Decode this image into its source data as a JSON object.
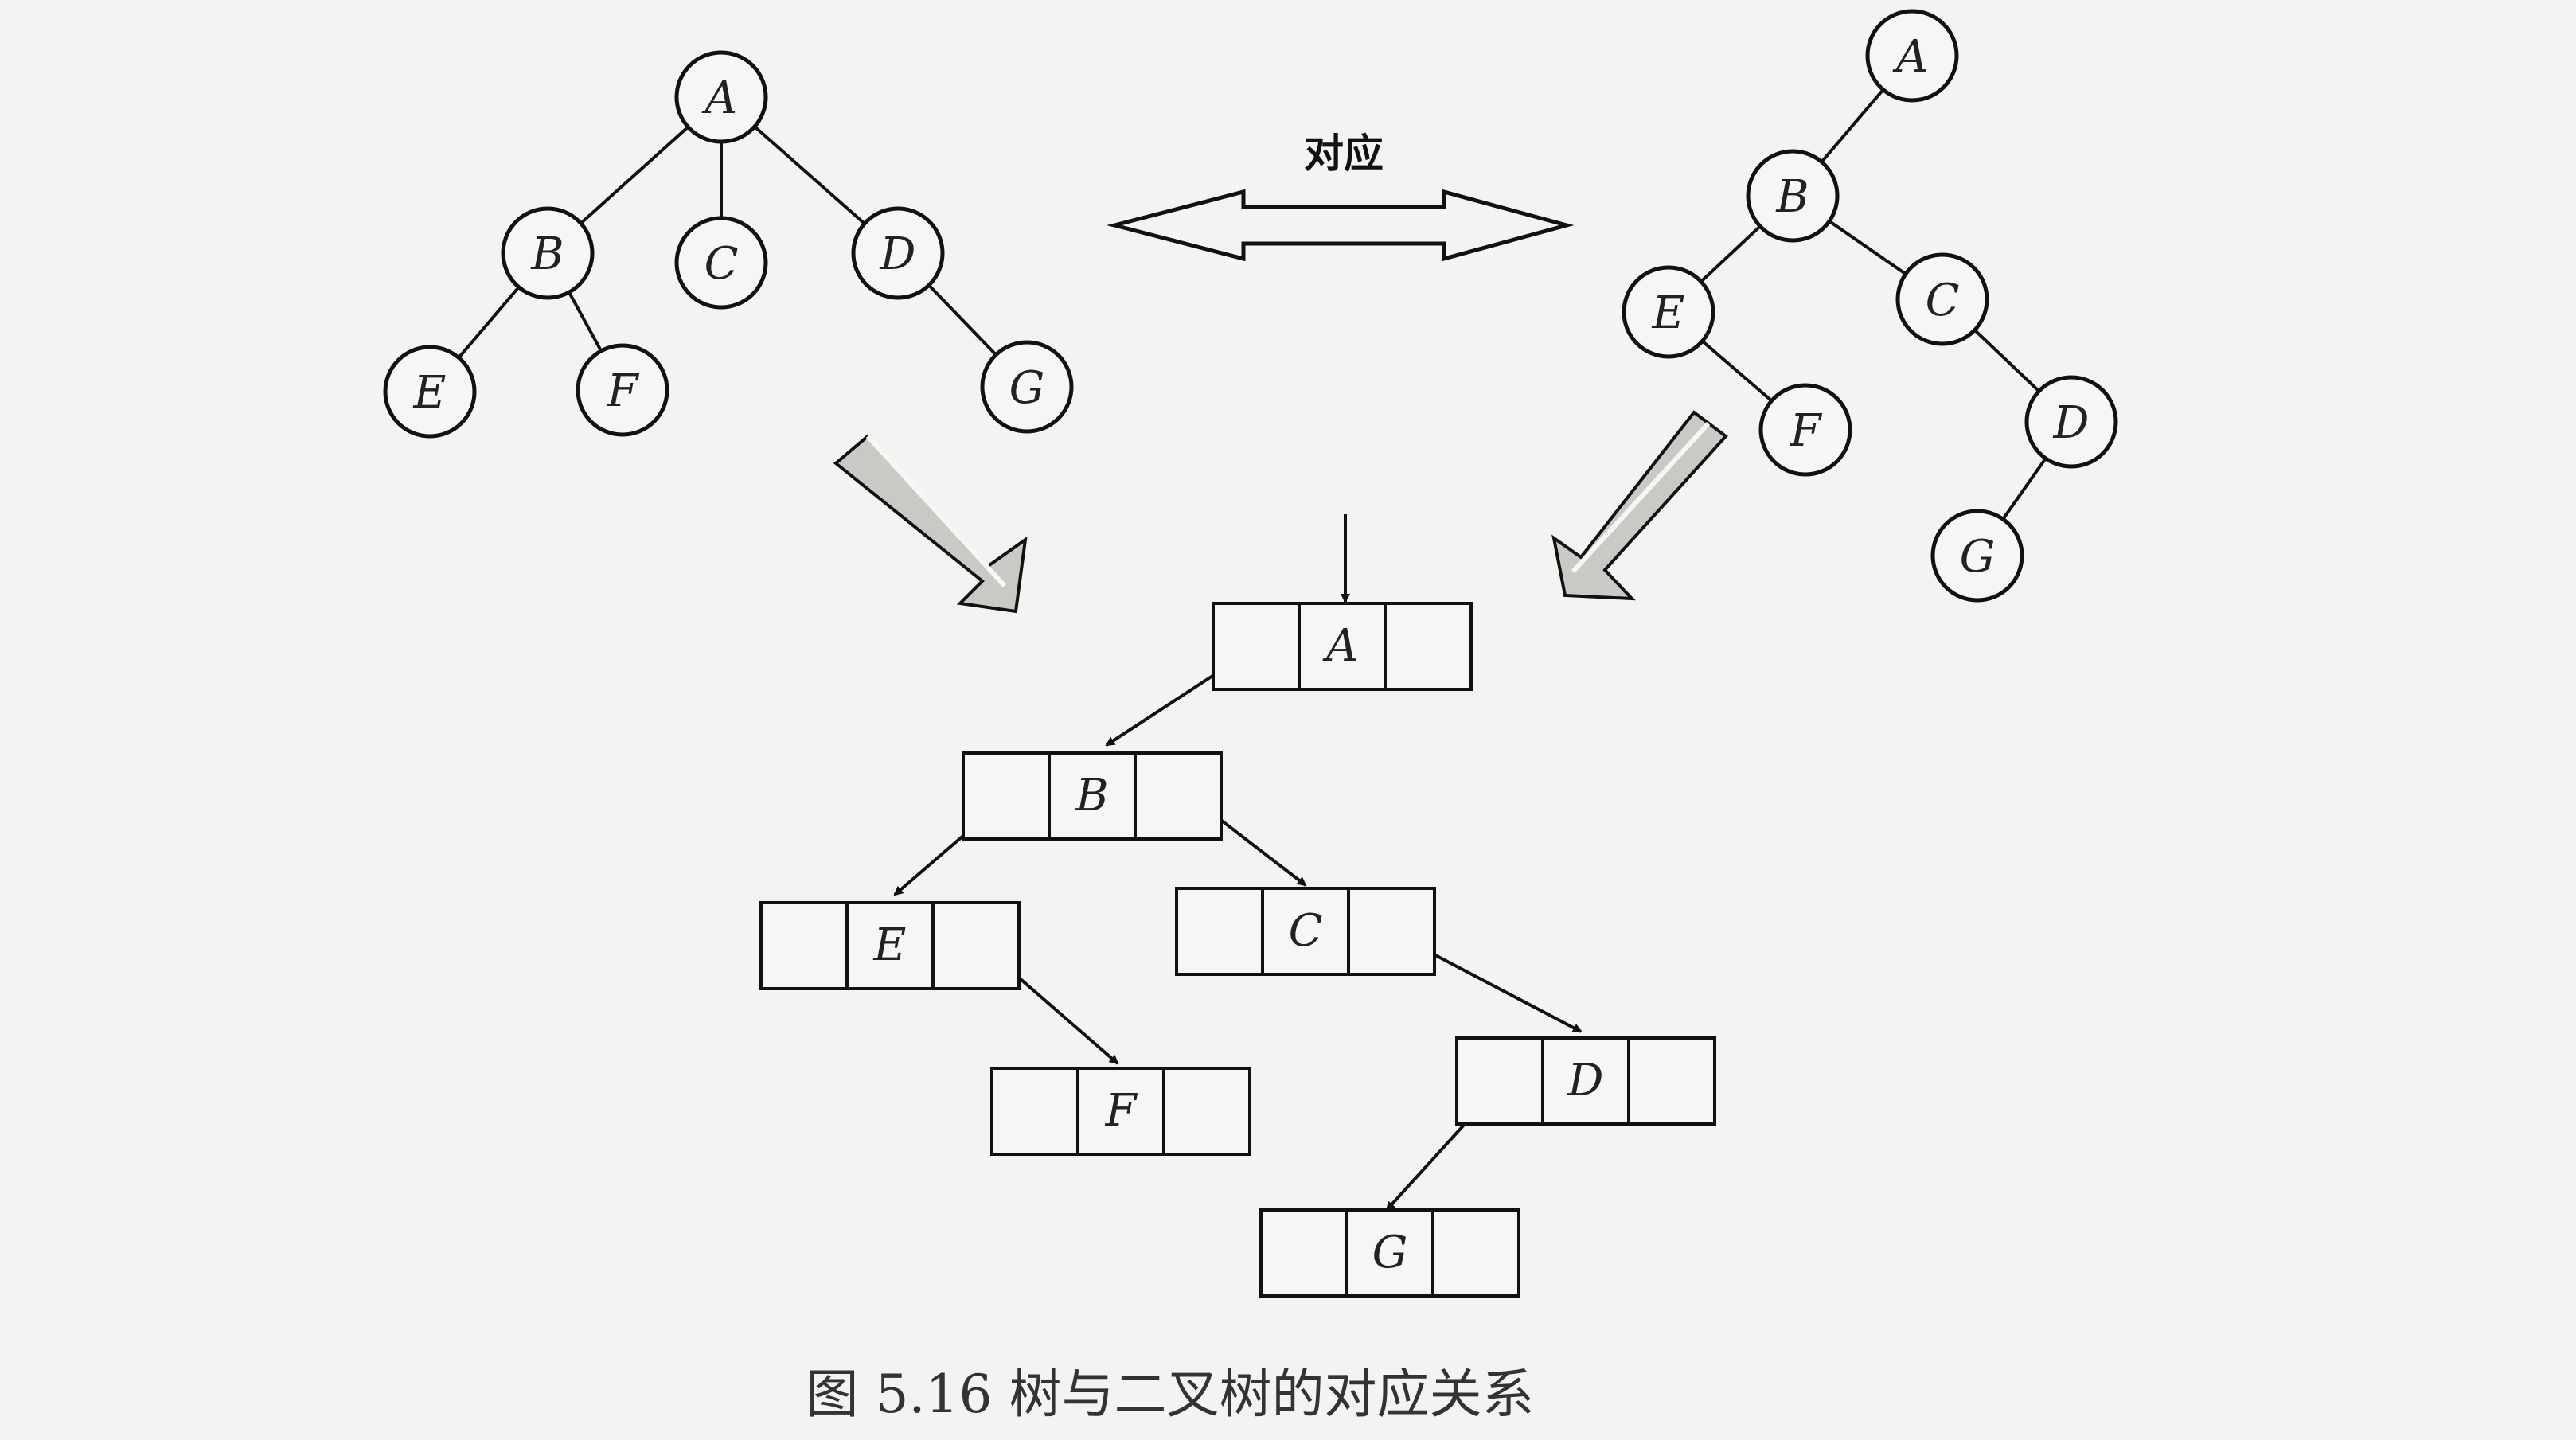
{
  "diagram": {
    "correspondence_label": "对应",
    "caption": "图 5.16    树与二叉树的对应关系",
    "general_tree": {
      "nodes": [
        {
          "id": "A",
          "label": "A"
        },
        {
          "id": "B",
          "label": "B"
        },
        {
          "id": "C",
          "label": "C"
        },
        {
          "id": "D",
          "label": "D"
        },
        {
          "id": "E",
          "label": "E"
        },
        {
          "id": "F",
          "label": "F"
        },
        {
          "id": "G",
          "label": "G"
        }
      ],
      "edges": [
        [
          "A",
          "B"
        ],
        [
          "A",
          "C"
        ],
        [
          "A",
          "D"
        ],
        [
          "B",
          "E"
        ],
        [
          "B",
          "F"
        ],
        [
          "D",
          "G"
        ]
      ]
    },
    "binary_tree": {
      "nodes": [
        {
          "id": "A",
          "label": "A"
        },
        {
          "id": "B",
          "label": "B"
        },
        {
          "id": "E",
          "label": "E"
        },
        {
          "id": "C",
          "label": "C"
        },
        {
          "id": "F",
          "label": "F"
        },
        {
          "id": "D",
          "label": "D"
        },
        {
          "id": "G",
          "label": "G"
        }
      ],
      "edges": [
        [
          "A",
          "B"
        ],
        [
          "B",
          "E"
        ],
        [
          "B",
          "C"
        ],
        [
          "E",
          "F"
        ],
        [
          "C",
          "D"
        ],
        [
          "D",
          "G"
        ]
      ]
    },
    "linked_storage": {
      "records": [
        {
          "id": "A",
          "label": "A"
        },
        {
          "id": "B",
          "label": "B"
        },
        {
          "id": "E",
          "label": "E"
        },
        {
          "id": "C",
          "label": "C"
        },
        {
          "id": "F",
          "label": "F"
        },
        {
          "id": "D",
          "label": "D"
        },
        {
          "id": "G",
          "label": "G"
        }
      ],
      "links": [
        {
          "from": "A",
          "field": "left",
          "to": "B"
        },
        {
          "from": "B",
          "field": "left",
          "to": "E"
        },
        {
          "from": "B",
          "field": "right",
          "to": "C"
        },
        {
          "from": "E",
          "field": "right",
          "to": "F"
        },
        {
          "from": "C",
          "field": "right",
          "to": "D"
        },
        {
          "from": "D",
          "field": "left",
          "to": "G"
        }
      ]
    }
  }
}
